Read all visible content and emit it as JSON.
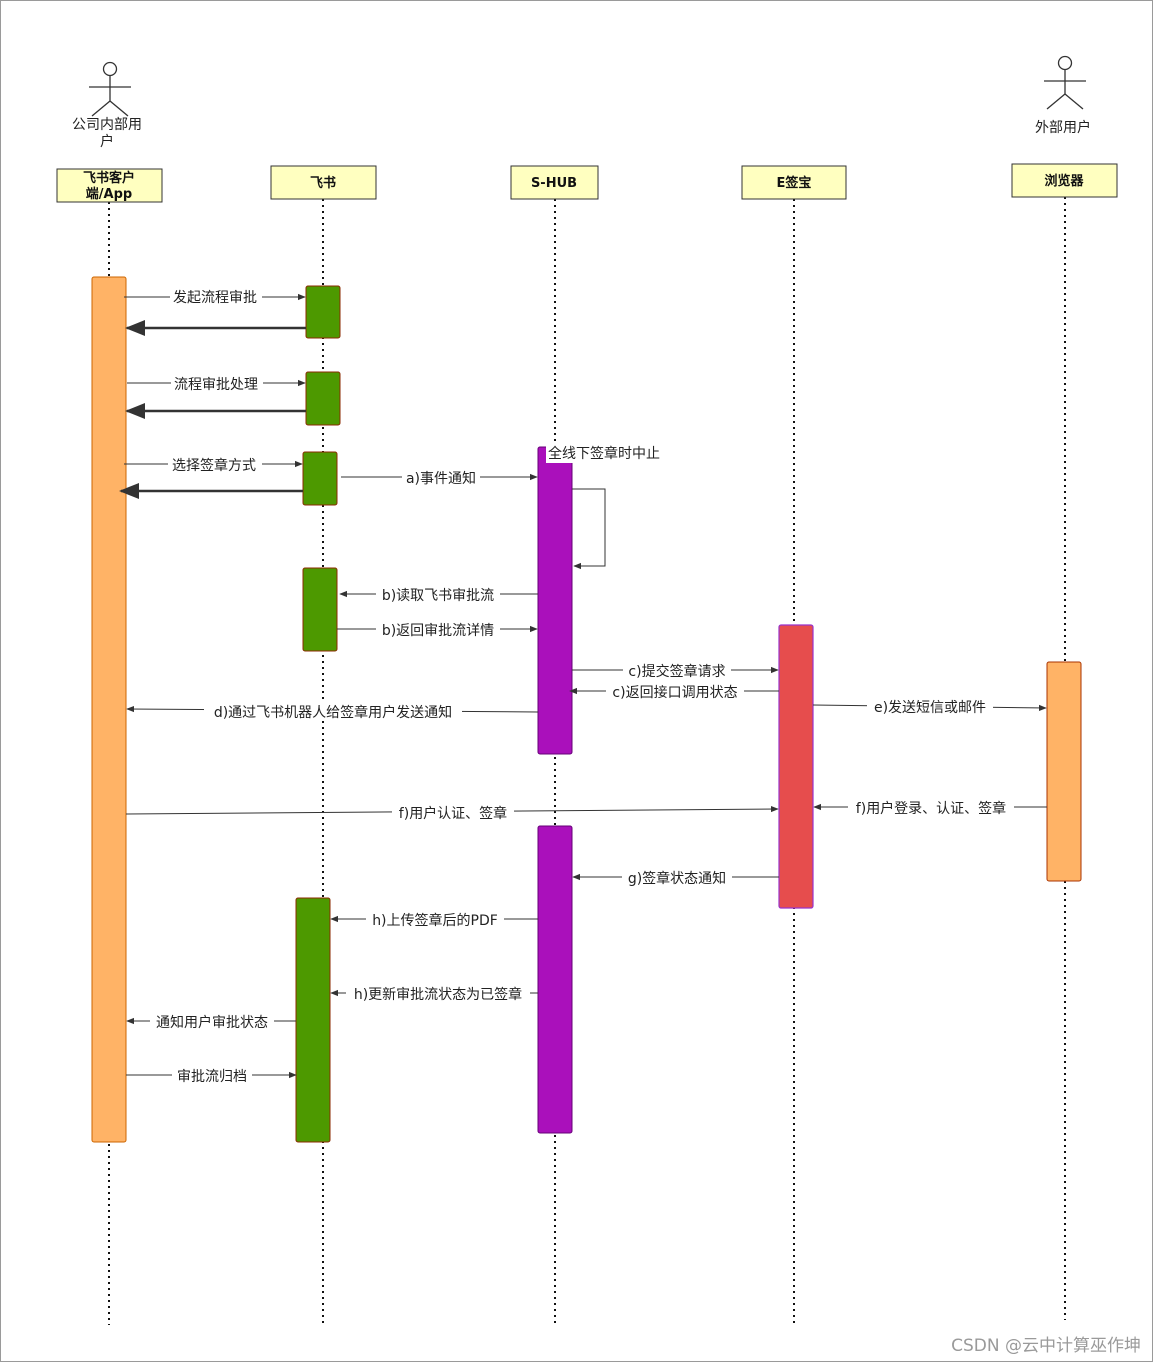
{
  "actors": [
    {
      "id": "internal-user",
      "label_lines": [
        "公司内部用",
        "户"
      ]
    },
    {
      "id": "external-user",
      "label_lines": [
        "外部用户"
      ]
    }
  ],
  "participants": [
    {
      "id": "client",
      "label_lines": [
        "飞书客户",
        "端/App"
      ]
    },
    {
      "id": "feishu",
      "label_lines": [
        "飞书"
      ]
    },
    {
      "id": "shub",
      "label_lines": [
        "S-HUB"
      ]
    },
    {
      "id": "esign",
      "label_lines": [
        "E签宝"
      ]
    },
    {
      "id": "browser",
      "label_lines": [
        "浏览器"
      ]
    }
  ],
  "note": "全线下签章时中止",
  "messages": [
    {
      "id": "m1",
      "label": "发起流程审批"
    },
    {
      "id": "m2",
      "label": "流程审批处理"
    },
    {
      "id": "m3",
      "label": "选择签章方式"
    },
    {
      "id": "m4",
      "label": "a)事件通知"
    },
    {
      "id": "m5",
      "label": "b)读取飞书审批流"
    },
    {
      "id": "m6",
      "label": "b)返回审批流详情"
    },
    {
      "id": "m7",
      "label": "c)提交签章请求"
    },
    {
      "id": "m8",
      "label": "c)返回接口调用状态"
    },
    {
      "id": "m9",
      "label": "d)通过飞书机器人给签章用户发送通知"
    },
    {
      "id": "m10",
      "label": "e)发送短信或邮件"
    },
    {
      "id": "m11",
      "label": "f)用户认证、签章"
    },
    {
      "id": "m12",
      "label": "f)用户登录、认证、签章"
    },
    {
      "id": "m13",
      "label": "g)签章状态通知"
    },
    {
      "id": "m14",
      "label": "h)上传签章后的PDF"
    },
    {
      "id": "m15",
      "label": "h)更新审批流状态为已签章"
    },
    {
      "id": "m16",
      "label": "通知用户审批状态"
    },
    {
      "id": "m17",
      "label": "审批流归档"
    }
  ],
  "watermark": "CSDN @云中计算巫作坤",
  "colors": {
    "header_fill": "#ffffc0",
    "client_bar": "#ffb366",
    "feishu_bar": "#4d9900",
    "shub_bar": "#aa10bb",
    "esign_bar": "#e64d4d",
    "browser_bar": "#ffb366"
  }
}
